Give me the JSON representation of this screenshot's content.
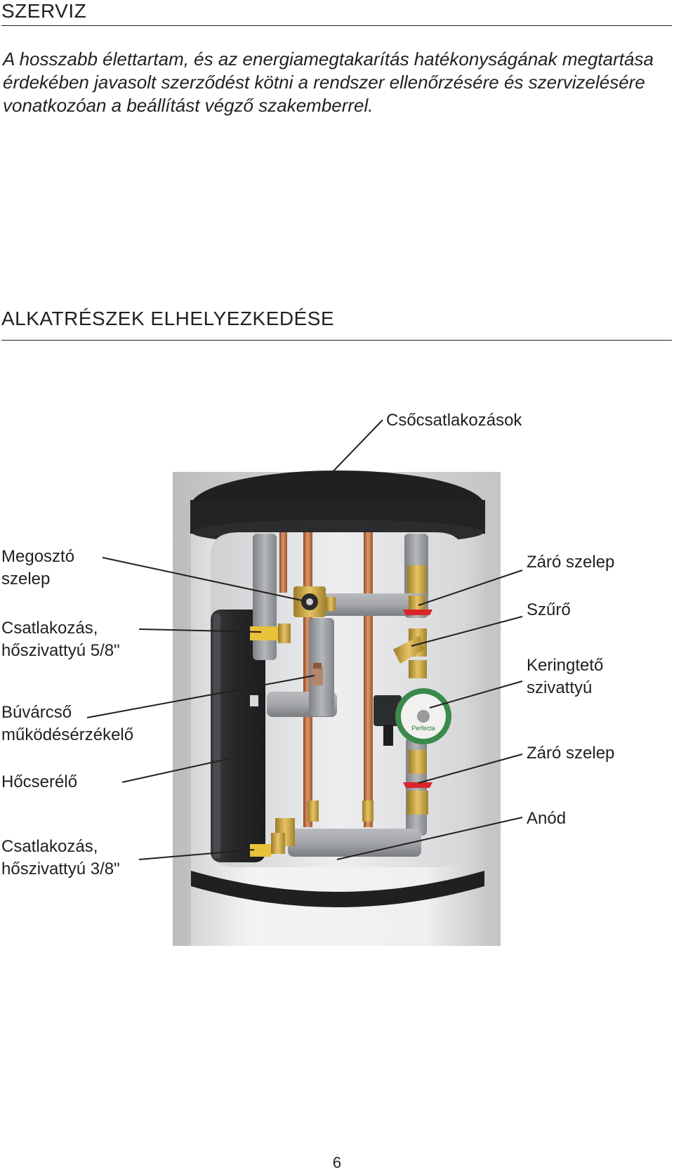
{
  "service": {
    "title": "SZERVIZ",
    "text": "A hosszabb élettartam, és az energiamegtakarítás hatékonyságának megtartása érdekében javasolt szerződést kötni a rendszer ellenőrzésére és szervizelésére vonatkozóan a beállítást végző szakemberrel."
  },
  "components": {
    "title": "ALKATRÉSZEK ELHELYEZKEDÉSE",
    "photo": {
      "pump_brand": "Perfecta"
    },
    "labels": {
      "pipe_connections": "Csőcsatlakozások",
      "diverter_valve_1": "Megosztó",
      "diverter_valve_2": "szelep",
      "connection_58_1": "Csatlakozás,",
      "connection_58_2": "hőszivattyú 5/8\"",
      "immersion_sensor_1": "Búvárcső",
      "immersion_sensor_2": "működésérzékelő",
      "heat_exchanger": "Hőcserélő",
      "connection_38_1": "Csatlakozás,",
      "connection_38_2": "hőszivattyú 3/8\"",
      "shutoff_valve_top": "Záró szelep",
      "filter": "Szűrő",
      "circulation_pump_1": "Keringtető",
      "circulation_pump_2": "szivattyú",
      "shutoff_valve_bottom": "Záró szelep",
      "anode": "Anód"
    }
  },
  "page_number": "6"
}
